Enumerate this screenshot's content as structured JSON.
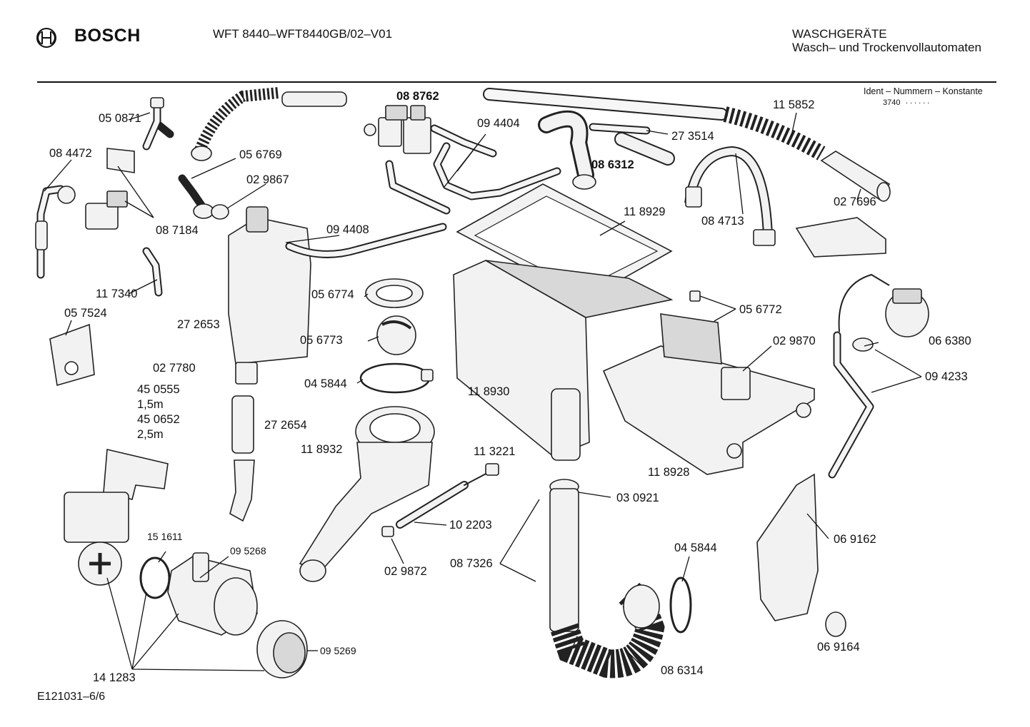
{
  "header": {
    "brand": "BOSCH",
    "model": "WFT 8440–WFT8440GB/02–V01",
    "category_line1": "WASCHGERÄTE",
    "category_line2": "Wasch– und Trockenvollautomaten",
    "ident_label": "Ident – Nummern – Konstante",
    "ident_value": "3740",
    "ident_dots": "......"
  },
  "footer": {
    "reference": "E121031–6/6"
  },
  "parts": [
    {
      "id": "050871",
      "label": "05 0871"
    },
    {
      "id": "084472",
      "label": "08 4472"
    },
    {
      "id": "087184",
      "label": "08 7184"
    },
    {
      "id": "117340",
      "label": "11 7340"
    },
    {
      "id": "057524",
      "label": "05 7524"
    },
    {
      "id": "056769",
      "label": "05 6769"
    },
    {
      "id": "029867",
      "label": "02 9867"
    },
    {
      "id": "088762",
      "label": "08 8762"
    },
    {
      "id": "094404",
      "label": "09 4404"
    },
    {
      "id": "273514",
      "label": "27 3514"
    },
    {
      "id": "086312",
      "label": "08 6312"
    },
    {
      "id": "115852",
      "label": "11 5852"
    },
    {
      "id": "027696",
      "label": "02 7696"
    },
    {
      "id": "084713",
      "label": "08 4713"
    },
    {
      "id": "094408",
      "label": "09 4408"
    },
    {
      "id": "118929",
      "label": "11 8929"
    },
    {
      "id": "272653",
      "label": "27 2653"
    },
    {
      "id": "056774",
      "label": "05 6774"
    },
    {
      "id": "056773",
      "label": "05 6773"
    },
    {
      "id": "045844a",
      "label": "04 5844"
    },
    {
      "id": "118930",
      "label": "11 8930"
    },
    {
      "id": "056772",
      "label": "05 6772"
    },
    {
      "id": "029870",
      "label": "02 9870"
    },
    {
      "id": "066380",
      "label": "06 6380"
    },
    {
      "id": "094233",
      "label": "09 4233"
    },
    {
      "id": "027780",
      "label": "02 7780"
    },
    {
      "id": "450555",
      "label": "45 0555"
    },
    {
      "id": "len1",
      "label": "1,5m"
    },
    {
      "id": "450652",
      "label": "45 0652"
    },
    {
      "id": "len2",
      "label": "2,5m"
    },
    {
      "id": "272654",
      "label": "27 2654"
    },
    {
      "id": "118932",
      "label": "11 8932"
    },
    {
      "id": "113221",
      "label": "11 3221"
    },
    {
      "id": "118928",
      "label": "11 8928"
    },
    {
      "id": "030921",
      "label": "03 0921"
    },
    {
      "id": "102203",
      "label": "10 2203"
    },
    {
      "id": "087326",
      "label": "08 7326"
    },
    {
      "id": "151611",
      "label": "15 1611"
    },
    {
      "id": "095268",
      "label": "09 5268"
    },
    {
      "id": "029872",
      "label": "02 9872"
    },
    {
      "id": "045844b",
      "label": "04 5844"
    },
    {
      "id": "069162",
      "label": "06 9162"
    },
    {
      "id": "095269",
      "label": "09 5269"
    },
    {
      "id": "141283",
      "label": "14 1283"
    },
    {
      "id": "086314",
      "label": "08 6314"
    },
    {
      "id": "069164",
      "label": "06 9164"
    }
  ]
}
